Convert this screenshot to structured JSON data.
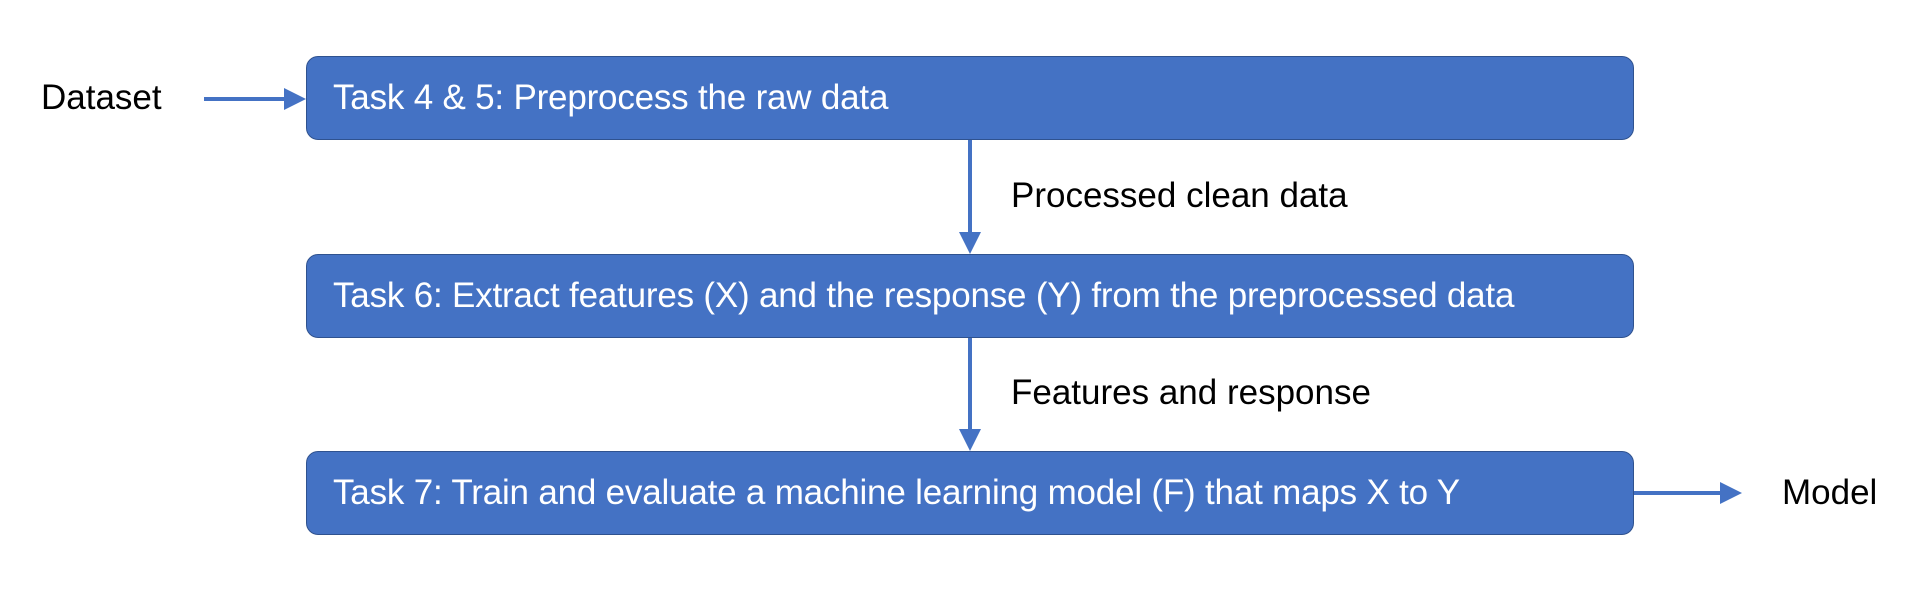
{
  "input": {
    "label": "Dataset"
  },
  "tasks": [
    {
      "label": "Task 4 & 5: Preprocess the raw data"
    },
    {
      "label": "Task 6: Extract features (X) and the response (Y) from the preprocessed data"
    },
    {
      "label": "Task 7: Train and evaluate a machine learning model (F) that maps X to Y"
    }
  ],
  "edges": [
    {
      "label": "Processed clean data"
    },
    {
      "label": "Features and response"
    }
  ],
  "output": {
    "label": "Model"
  },
  "colors": {
    "box_fill": "#4472c4",
    "box_border": "#2f528f",
    "arrow": "#4472c4",
    "box_text": "#ffffff",
    "label_text": "#000000"
  }
}
